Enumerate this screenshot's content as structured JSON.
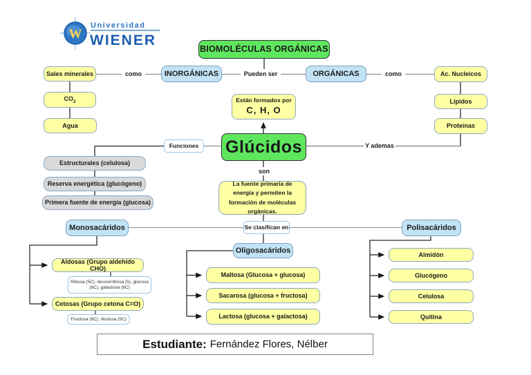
{
  "colors": {
    "node_green": "#5ee75e",
    "node_blue": "#c2e3f5",
    "node_yellow": "#ffffa3",
    "node_gray": "#d9d9d9",
    "border_blue_gray": "#8ba7bf",
    "logo_blue": "#1d5fae",
    "line_dark": "#2b2b2b"
  },
  "logo": {
    "top": "Universidad",
    "main": "WIENER",
    "globe_letter": "W"
  },
  "title": "BIOMOLÉCULAS ORGÁNICAS",
  "connector_labels": {
    "como_left": "como",
    "pueden_ser": "Pueden ser",
    "como_right": "como",
    "funciones": "Funciones",
    "y_ademas": "Y ademas",
    "son": "son",
    "se_clasifican": "Se clasifican en"
  },
  "nodes": {
    "inorganicas": "INORGÁNICAS",
    "organicas": "ORGÁNICAS",
    "sales_minerales": "Sales minerales",
    "co2_base": "CO",
    "co2_sub": "2",
    "agua": "Agua",
    "ac_nucleicos": "Ac. Nucleicos",
    "lipidos": "Lípidos",
    "proteinas": "Proteínas",
    "formados_line1": "Están formados por",
    "formados_line2": "C, H, O",
    "glucidos": "Glúcidos",
    "estructurales": "Estructurales (celulosa)",
    "reserva": "Reserva energética (glucógeno)",
    "primera": "Primera fuente de energía (glucosa)",
    "fuente": "La fuente primaria de energía y permiten la formación de moléculas orgánicas.",
    "monosacaridos": "Monosacáridos",
    "oligosacaridos": "Oligosacáridos",
    "polisacaridos": "Polisacáridos",
    "aldosas": "Aldosas (Grupo aldehído CHO)",
    "aldosas_detail": "Ribosa (5C), desoxirribosa (5), glucosa (6C), galactosa (6C)",
    "cetosas": "Cetosas (Grupo cetona C=O)",
    "cetosas_detail": "Fructosa (6C), ribulosa (5C)",
    "maltosa": "Maltosa (Glucosa + glucosa)",
    "sacarosa": "Sacarosa (glucosa + fructosa)",
    "lactosa": "Lactosa (glucosa + galactosa)",
    "almidon": "Almidón",
    "glucogeno": "Glucógeno",
    "celulosa": "Celulosa",
    "quitina": "Quitina"
  },
  "footer": {
    "label": "Estudiante:",
    "name": "Fernández Flores, Nélber"
  }
}
